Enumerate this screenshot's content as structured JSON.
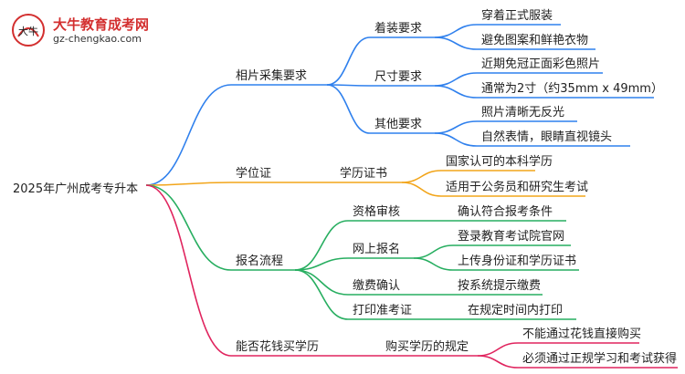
{
  "brand": {
    "title": "大牛教育成考网",
    "url": "gz-chengkao.com",
    "badge_text": "大牛"
  },
  "mindmap": {
    "root": "2025年广州成考专升本",
    "branches": [
      {
        "label": "相片采集要求",
        "color": "#2f80ed",
        "children": [
          {
            "label": "着装要求",
            "children": [
              "穿着正式服装",
              "避免图案和鲜艳衣物"
            ]
          },
          {
            "label": "尺寸要求",
            "children": [
              "近期免冠正面彩色照片",
              "通常为2寸（约35mm x 49mm）"
            ]
          },
          {
            "label": "其他要求",
            "children": [
              "照片清晰无反光",
              "自然表情，眼睛直视镜头"
            ]
          }
        ]
      },
      {
        "label": "学位证",
        "color": "#f2a51a",
        "children": [
          {
            "label": "学历证书",
            "children": [
              "国家认可的本科学历",
              "适用于公务员和研究生考试"
            ]
          }
        ]
      },
      {
        "label": "报名流程",
        "color": "#27ae60",
        "children": [
          {
            "label": "资格审核",
            "children": [
              "确认符合报考条件"
            ]
          },
          {
            "label": "网上报名",
            "children": [
              "登录教育考试院官网",
              "上传身份证和学历证书"
            ]
          },
          {
            "label": "缴费确认",
            "children": [
              "按系统提示缴费"
            ]
          },
          {
            "label": "打印准考证",
            "children": [
              "在规定时间内打印"
            ]
          }
        ]
      },
      {
        "label": "能否花钱买学历",
        "color": "#e0245e",
        "children": [
          {
            "label": "购买学历的规定",
            "children": [
              "不能通过花钱直接购买",
              "必须通过正规学习和考试获得"
            ]
          }
        ]
      }
    ]
  }
}
